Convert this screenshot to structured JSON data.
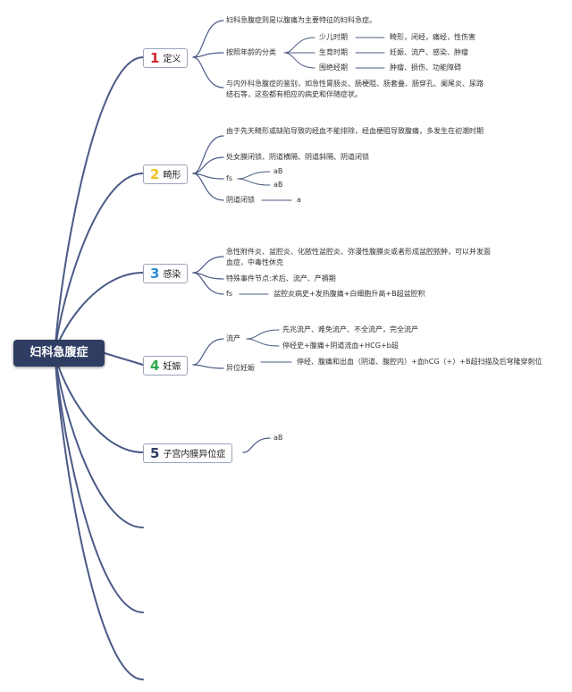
{
  "colors": {
    "line": "#4a5a86",
    "root_bg": "#2f3d63",
    "num_1": "#d0272f",
    "num_2": "#f2c21b",
    "num_3": "#2a8fd4",
    "num_4": "#2fa84f",
    "num_5": "#2f3d63"
  },
  "root": {
    "label": "妇科急腹症"
  },
  "branches": [
    {
      "num": "1",
      "label": "定义",
      "items": [
        "妇科急腹症则是以腹痛为主要特征的妇科急症。",
        "按照年龄的分类",
        "与内外科急腹症的鉴别，如急性胃肠炎、肠梗阻、肠套叠、肠穿孔、阑尾炎、尿路结石等，这些都有相应的病史和伴随症状。"
      ],
      "age_groups": [
        {
          "name": "少儿时期",
          "detail": "畸形，闭经，痛经，性伤害"
        },
        {
          "name": "生育时期",
          "detail": "妊娠、流产、感染、肿瘤"
        },
        {
          "name": "围绝经期",
          "detail": "肿瘤、损伤、功能障碍"
        }
      ]
    },
    {
      "num": "2",
      "label": "畸形",
      "items": [
        "由于先天畸形或缺陷导致的经血不能排除，经血梗阻导致腹痛，多发生在初潮时期",
        "处女膜闭锁、阴道横隔、阴道斜隔、阴道闭锁",
        "fs",
        "阴道闭锁"
      ],
      "fs_children": [
        "aB",
        "aB"
      ],
      "closure_child": "a"
    },
    {
      "num": "3",
      "label": "感染",
      "items": [
        "急性附件炎、盆腔炎、化脓性盆腔炎、弥漫性腹膜炎或者形成盆腔脓肿，可以并发面血症，中毒性休克",
        "特殊事件节点:术后、流产、产褥期",
        "fs"
      ],
      "fs_child": "盆腔炎病史+发热腹痛+白细胞升高+B超盆腔积"
    },
    {
      "num": "4",
      "label": "妊娠",
      "items": [
        "流产",
        "异位妊娠"
      ],
      "abortion_children": [
        "先兆流产、难免流产、不全流产，完全流产",
        "停经史+腹痛+阴道流血+HCG+b超"
      ],
      "ectopic_child": "停经、腹痛和出血（阴道、腹腔内）+血hCG（+）+B超扫描及后穹隆穿刺位"
    },
    {
      "num": "5",
      "label": "子宫内膜异位症",
      "items": [
        "aB"
      ]
    }
  ]
}
